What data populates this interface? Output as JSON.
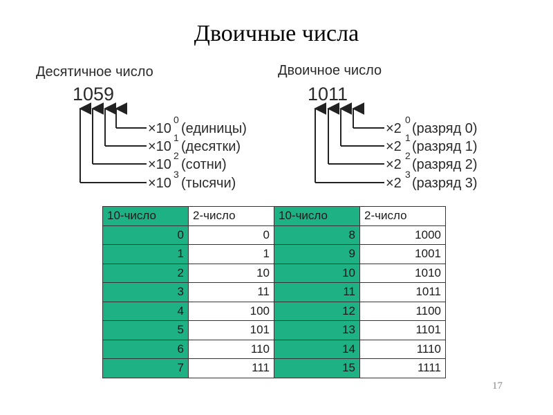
{
  "title": "Двоичные числа",
  "decimal": {
    "caption": "Десятичное число",
    "number": "1059",
    "rows": [
      {
        "base": "×10",
        "exp": "0",
        "label": "(единицы)"
      },
      {
        "base": "×10",
        "exp": "1",
        "label": "(десятки)"
      },
      {
        "base": "×10",
        "exp": "2",
        "label": "(сотни)"
      },
      {
        "base": "×10",
        "exp": "3",
        "label": "(тысячи)"
      }
    ]
  },
  "binary": {
    "caption": "Двоичное число",
    "number": "1011",
    "rows": [
      {
        "base": "×2",
        "exp": "0",
        "label": "(разряд 0)"
      },
      {
        "base": "×2",
        "exp": "1",
        "label": "(разряд 1)"
      },
      {
        "base": "×2",
        "exp": "2",
        "label": "(разряд 2)"
      },
      {
        "base": "×2",
        "exp": "3",
        "label": "(разряд 3)"
      }
    ]
  },
  "table": {
    "headers": [
      "10-число",
      "2-число",
      "10-число",
      "2-число"
    ],
    "rows": [
      [
        "0",
        "0",
        "8",
        "1000"
      ],
      [
        "1",
        "1",
        "9",
        "1001"
      ],
      [
        "2",
        "10",
        "10",
        "1010"
      ],
      [
        "3",
        "11",
        "11",
        "1011"
      ],
      [
        "4",
        "100",
        "12",
        "1100"
      ],
      [
        "5",
        "101",
        "13",
        "1101"
      ],
      [
        "6",
        "110",
        "14",
        "1110"
      ],
      [
        "7",
        "111",
        "15",
        "1111"
      ]
    ],
    "colors": {
      "decimal_column": "#1db184",
      "binary_column": "#ffffff"
    }
  },
  "page_number": "17"
}
